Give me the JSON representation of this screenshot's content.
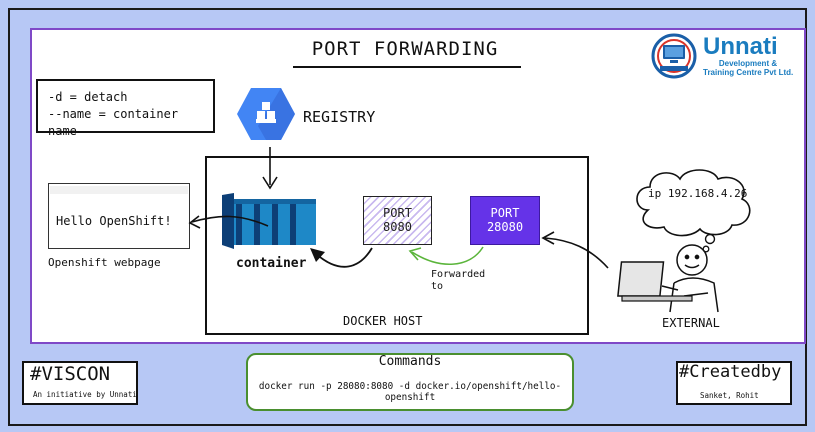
{
  "title": "PORT FORWARDING",
  "logo": {
    "name": "Unnati",
    "line1": "Development &",
    "line2": "Training Centre Pvt Ltd."
  },
  "legend": {
    "line1": "-d = detach",
    "line2": "--name = container name"
  },
  "registry": {
    "label": "REGISTRY"
  },
  "host": {
    "label": "DOCKER HOST"
  },
  "ports": {
    "internal": {
      "line1": "PORT",
      "line2": "8080"
    },
    "external": {
      "line1": "PORT",
      "line2": "28080"
    }
  },
  "forwarded": {
    "line1": "Forwarded",
    "line2": "to"
  },
  "container": {
    "label": "container"
  },
  "browser": {
    "content": "Hello OpenShift!",
    "caption": "Openshift webpage"
  },
  "external": {
    "cloud": "ip 192.168.4.26",
    "label": "EXTERNAL"
  },
  "commands": {
    "title": "Commands",
    "text": "docker run -p 28080:8080 -d docker.io/openshift/hello-openshift"
  },
  "viscon": {
    "title": "#VISCON",
    "subtitle": "An initiative by Unnati"
  },
  "created": {
    "title": "#Createdby",
    "subtitle": "Sanket, Rohit"
  },
  "colors": {
    "background": "#b7c8f5",
    "frame": "#7f49c7",
    "port_external": "#6533e8",
    "forward_arrow": "#5bb53b",
    "command_border": "#4a8f2f",
    "registry_blue": "#4285f4",
    "container_blue": "#1e88c7"
  }
}
